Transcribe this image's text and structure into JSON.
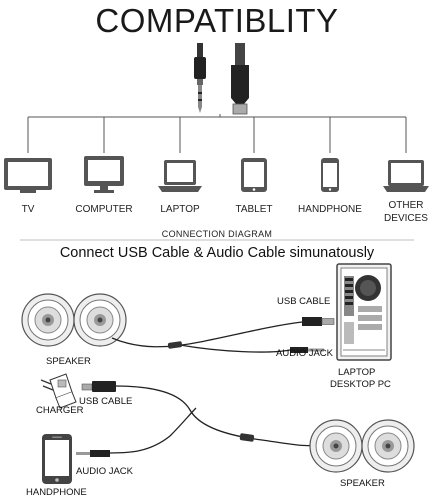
{
  "title": "COMPATIBLITY",
  "devices": [
    {
      "label": "TV",
      "icon": "tv-icon"
    },
    {
      "label": "COMPUTER",
      "icon": "computer-monitor-icon"
    },
    {
      "label": "LAPTOP",
      "icon": "laptop-icon"
    },
    {
      "label": "TABLET",
      "icon": "tablet-icon"
    },
    {
      "label": "HANDPHONE",
      "icon": "handphone-icon"
    },
    {
      "label_line1": "OTHER",
      "label_line2": "DEVICES",
      "icon": "laptop-icon"
    }
  ],
  "diagram": {
    "heading": "CONNECTION DIAGRAM",
    "subheading": "Connect USB Cable & Audio Cable simunatously",
    "labels": {
      "usb_cable_top": "USB CABLE",
      "audio_jack_top": "AUDIO JACK",
      "speaker_top": "SPEAKER",
      "laptop_line1": "LAPTOP",
      "laptop_line2": "DESKTOP PC",
      "charger": "CHARGER",
      "usb_cable_bottom": "USB CABLE",
      "audio_jack_bottom": "AUDIO JACK",
      "handphone": "HANDPHONE",
      "speaker_bottom": "SPEAKER"
    }
  },
  "colors": {
    "line": "#555555",
    "dark": "#222222",
    "fill": "#333333"
  }
}
